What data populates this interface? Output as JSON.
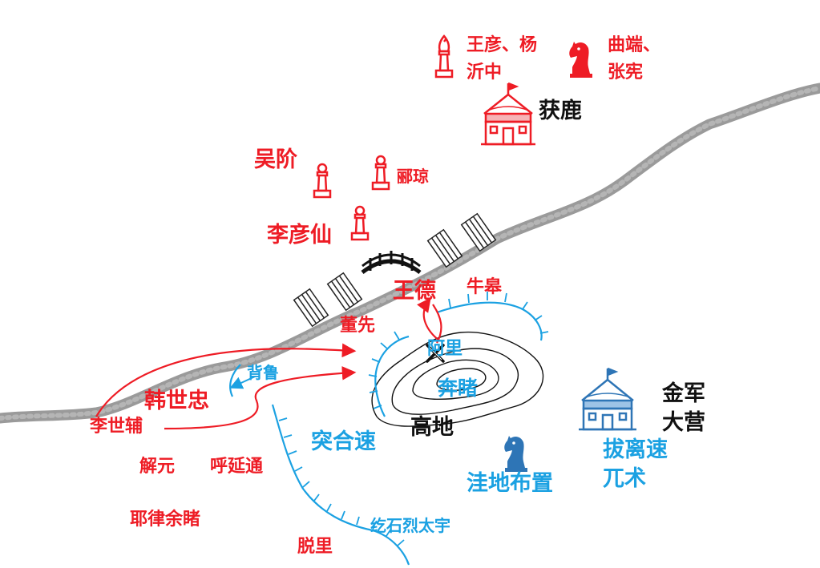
{
  "labels": {
    "wang_yan_yang_yizhong_1": "王彦、杨",
    "wang_yan_yang_yizhong_2": "沂中",
    "qu_duan_zhang_xian_1": "曲端、",
    "qu_duan_zhang_xian_2": "张宪",
    "huolu": "获鹿",
    "wu_jie": "吴阶",
    "li_qiong": "郦琼",
    "li_yanxian": "李彦仙",
    "wang_de": "王德",
    "niu_gao": "牛皋",
    "dong_xian": "董先",
    "a_li": "阿里",
    "ben_du": "奔睹",
    "gaodi": "高地",
    "bei_lu": "背鲁",
    "han_shizhong": "韩世忠",
    "li_shifu": "李世辅",
    "tuhesu": "突合速",
    "jieyuan": "解元",
    "huyantong": "呼延通",
    "yelu_yudu": "耶律余睹",
    "tuoli": "脱里",
    "heshilie_taiyu": "纥石烈太宇",
    "wadi_buzhi": "洼地布置",
    "jinjun_1": "金军",
    "jinjun_2": "大营",
    "balisu": "拔离速",
    "wushu": "兀术"
  },
  "colors": {
    "song": "#ee1c25",
    "jin": "#1ba1e2",
    "jin_camp": "#2e75b6",
    "river": "#9a9a9a",
    "text_dark": "#111111"
  },
  "icons": {
    "pawn": "chess-pawn-icon",
    "bishop": "chess-bishop-icon",
    "knight": "chess-knight-icon",
    "camp": "army-camp-tent-icon",
    "crossed_swords": "crossed-swords-icon",
    "bridge": "arched-bridge-icon",
    "pontoon": "pontoon-bridge-icon"
  }
}
